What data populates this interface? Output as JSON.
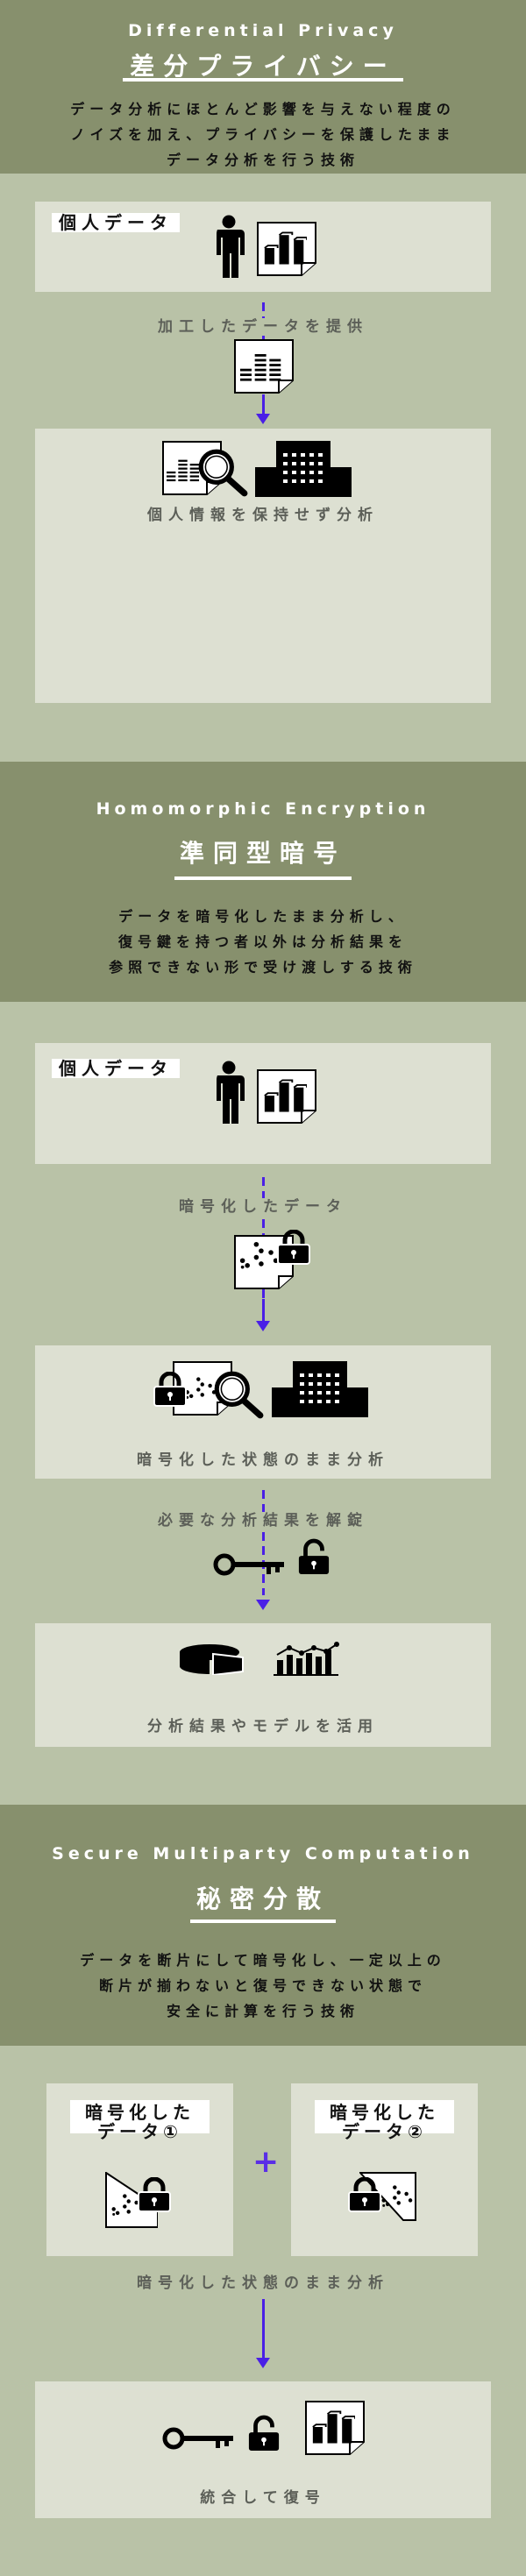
{
  "sections": [
    {
      "en": "Differential Privacy",
      "jp": "差分プライバシー",
      "desc": [
        "データ分析にほとんど影響を与えない程度の",
        "ノイズを加え、プライバシーを保護したまま",
        "データ分析を行う技術"
      ],
      "tag": "個人データ",
      "step1": "加工したデータを提供",
      "step2": "個人情報を保持せず分析"
    },
    {
      "en": "Homomorphic Encryption",
      "jp": "準同型暗号",
      "desc": [
        "データを暗号化したまま分析し、",
        "復号鍵を持つ者以外は分析結果を",
        "参照できない形で受け渡しする技術"
      ],
      "tag": "個人データ",
      "step1": "暗号化したデータ",
      "step2": "暗号化した状態のまま分析",
      "step3": "必要な分析結果を解錠",
      "step4": "分析結果やモデルを活用"
    },
    {
      "en": "Secure Multiparty Computation",
      "jp": "秘密分散",
      "desc": [
        "データを断片にして暗号化し、一定以上の",
        "断片が揃わないと復号できない状態で",
        "安全に計算を行う技術"
      ],
      "tag1": [
        "暗号化した",
        "データ①"
      ],
      "tag2": [
        "暗号化した",
        "データ②"
      ],
      "plus": "+",
      "step1": "暗号化した状態のまま分析",
      "step2": "統合して復号"
    }
  ],
  "colors": {
    "header": "#87906d",
    "band": "#b9c2a7",
    "box": "#dde0d2",
    "arrow": "#4a1fe6"
  }
}
